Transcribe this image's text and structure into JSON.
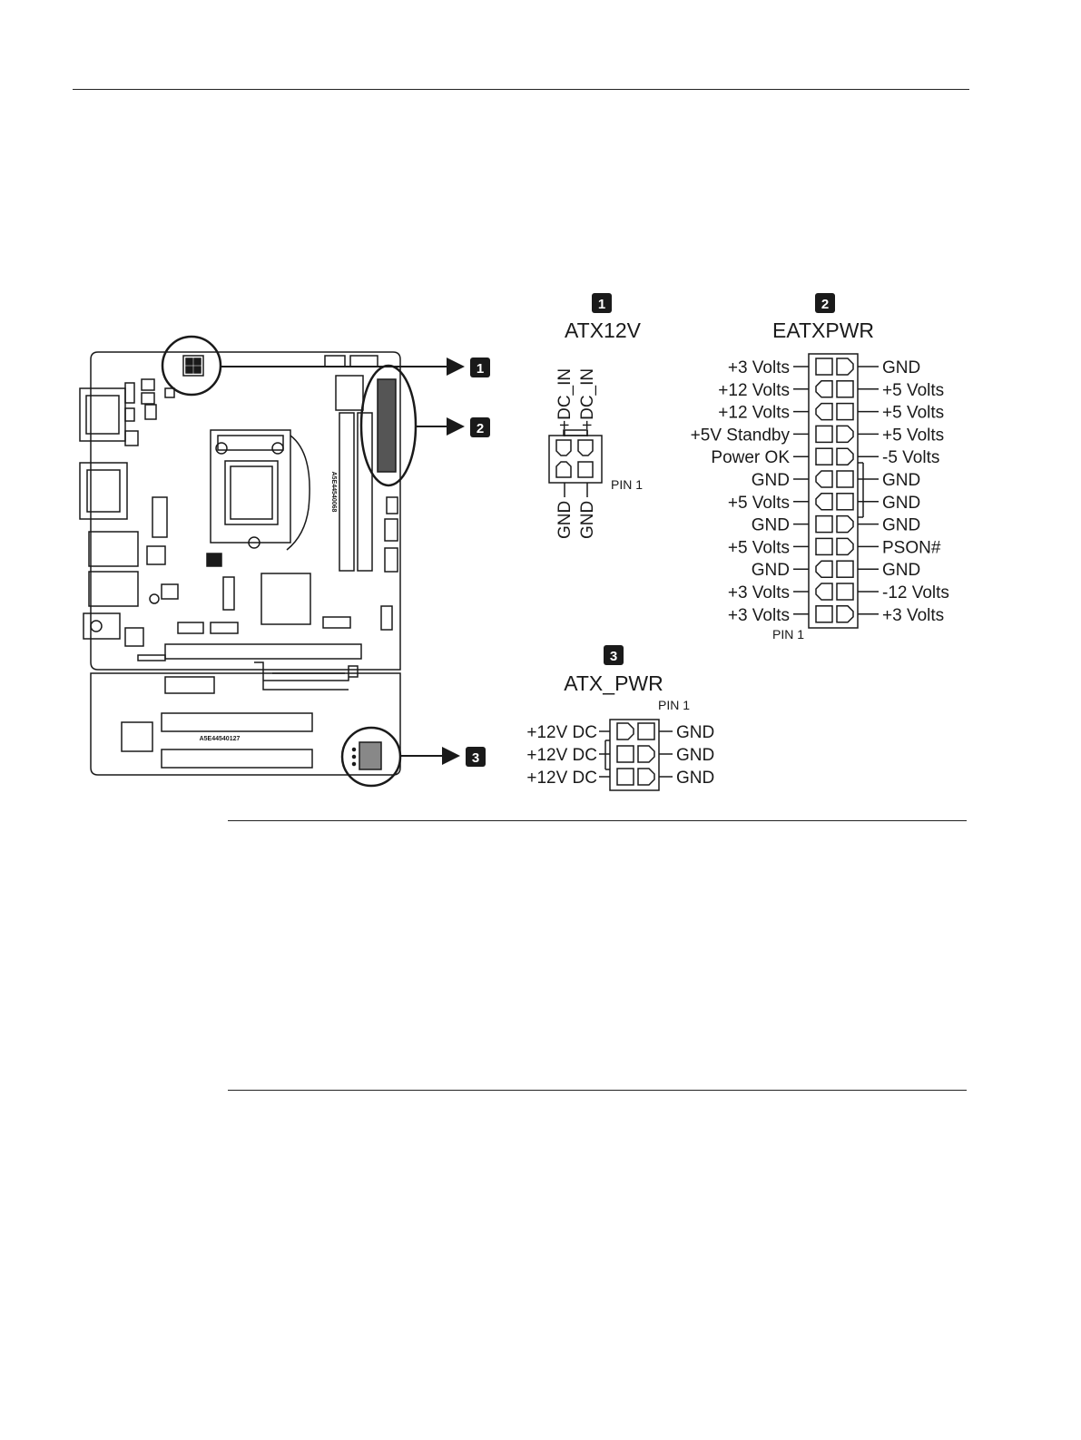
{
  "callouts": {
    "c1": "1",
    "c2": "2",
    "c3": "3"
  },
  "board": {
    "silk_top": "A5E44540068",
    "silk_bottom": "A5E44540127"
  },
  "atx12v": {
    "badge": "1",
    "title": "ATX12V",
    "top_pins": [
      "+DC_IN",
      "+DC_IN"
    ],
    "bottom_pins": [
      "GND",
      "GND"
    ],
    "pin1": "PIN 1"
  },
  "eatxpwr": {
    "badge": "2",
    "title": "EATXPWR",
    "left": [
      "+3 Volts",
      "+12 Volts",
      "+12 Volts",
      "+5V Standby",
      "Power OK",
      "GND",
      "+5 Volts",
      "GND",
      "+5 Volts",
      "GND",
      "+3 Volts",
      "+3 Volts"
    ],
    "right": [
      "GND",
      "+5 Volts",
      "+5 Volts",
      "+5 Volts",
      "-5 Volts",
      "GND",
      "GND",
      "GND",
      "PSON#",
      "GND",
      "-12 Volts",
      "+3 Volts"
    ],
    "pin1": "PIN 1"
  },
  "atx_pwr": {
    "badge": "3",
    "title": "ATX_PWR",
    "left": [
      "+12V DC",
      "+12V DC",
      "+12V DC"
    ],
    "right": [
      "GND",
      "GND",
      "GND"
    ],
    "pin1": "PIN 1"
  }
}
